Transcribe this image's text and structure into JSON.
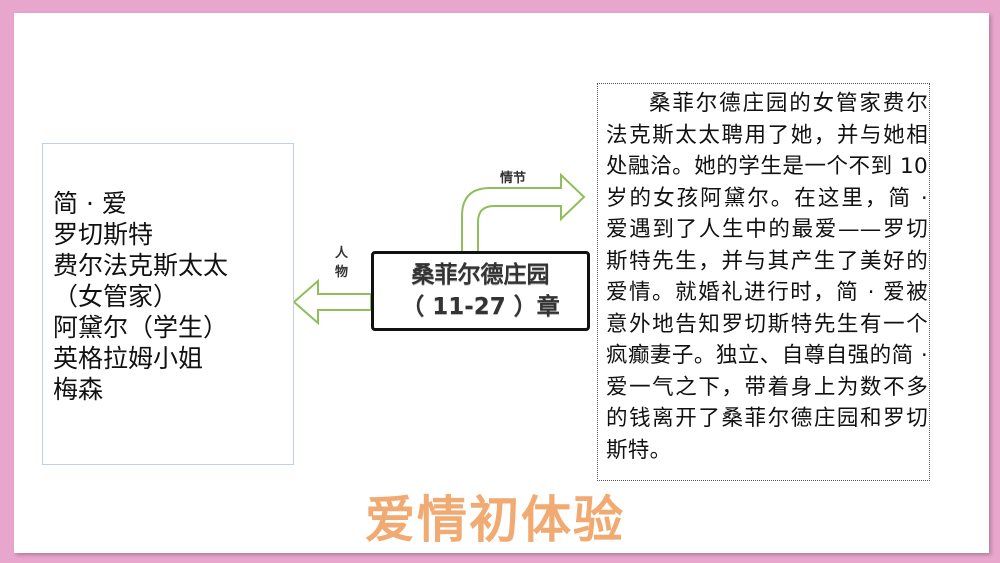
{
  "center": {
    "line1": "桑菲尔德庄园",
    "line2": "（ 11-27 ）章"
  },
  "labels": {
    "plot": "情节",
    "characters": "人\n物"
  },
  "characters": [
    "简 · 爱",
    "罗切斯特",
    "费尔法克斯太太",
    "（女管家）",
    "阿黛尔（学生）",
    "英格拉姆小姐",
    "梅森"
  ],
  "story": "桑菲尔德庄园的女管家费尔法克斯太太聘用了她，并与她相处融洽。她的学生是一个不到 10 岁的女孩阿黛尔。在这里，简 · 爱遇到了人生中的最爱——罗切斯特先生，并与其产生了美好的爱情。就婚礼进行时，简 · 爱被意外地告知罗切斯特先生有一个疯癫妻子。独立、自尊自强的简 · 爱一气之下，带着身上为数不多的钱离开了桑菲尔德庄园和罗切斯特。",
  "title": "爱情初体验",
  "colors": {
    "background": "#e9a6cc",
    "arrow_fill": "#ffffff",
    "arrow_stroke": "#8fbf5a",
    "title": "#f0aa72"
  }
}
